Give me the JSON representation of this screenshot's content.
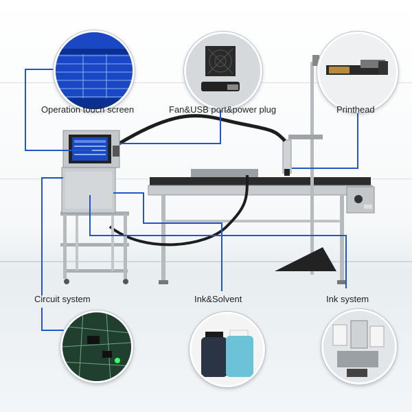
{
  "labels": {
    "operation_touch_screen": "Operation touch screen",
    "fan_usb_power": "Fan&USB port&power plug",
    "printhead": "Printhead",
    "circuit_system": "Circuit system",
    "ink_solvent": "Ink&Solvent",
    "ink_system": "Ink system"
  },
  "colors": {
    "callout_line": "#1f56c9",
    "screen_blue": "#1a47c4",
    "steel": "#b9bdc1"
  },
  "icons": [
    "touch-screen-closeup",
    "fan-closeup",
    "printhead-closeup",
    "circuit-board-closeup",
    "ink-bottles-closeup",
    "ink-module-closeup"
  ]
}
